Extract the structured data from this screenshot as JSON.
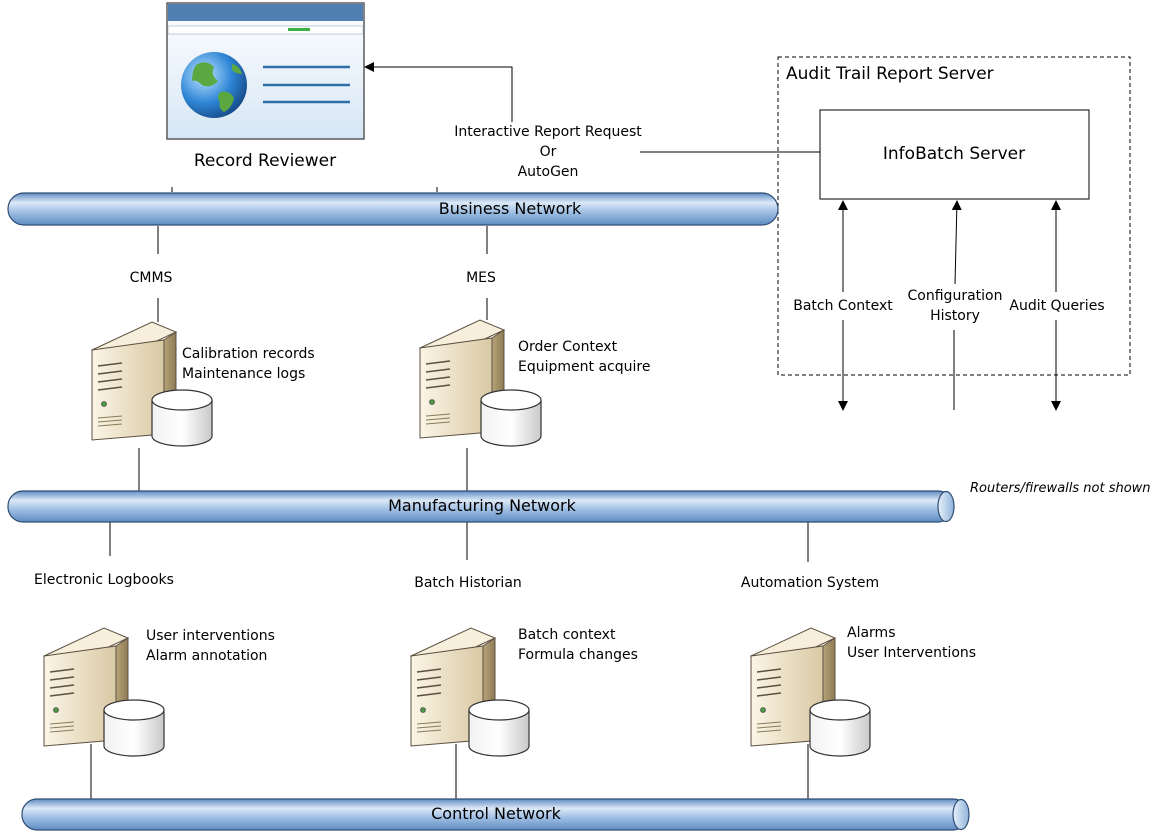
{
  "reviewer": {
    "label": "Record Reviewer"
  },
  "request": {
    "line1": "Interactive Report Request",
    "line2": "Or",
    "line3": "AutoGen"
  },
  "audit_server": {
    "title": "Audit Trail Report Server",
    "infobatch": "InfoBatch Server",
    "links": {
      "batch_context": "Batch Context",
      "config_line1": "Configuration",
      "config_line2": "History",
      "audit_queries": "Audit Queries"
    }
  },
  "networks": {
    "business": "Business Network",
    "manufacturing": "Manufacturing Network",
    "control": "Control Network"
  },
  "note": "Routers/firewalls not shown",
  "systems": {
    "cmms": {
      "name": "CMMS",
      "line1": "Calibration records",
      "line2": "Maintenance logs"
    },
    "mes": {
      "name": "MES",
      "line1": "Order Context",
      "line2": "Equipment acquire"
    },
    "logbooks": {
      "name": "Electronic Logbooks",
      "line1": "User interventions",
      "line2": "Alarm annotation"
    },
    "historian": {
      "name": "Batch Historian",
      "line1": "Batch context",
      "line2": "Formula changes"
    },
    "automation": {
      "name": "Automation System",
      "line1": "Alarms",
      "line2": "User Interventions"
    }
  },
  "colors": {
    "pipe_light": "#dce9f7",
    "pipe_mid": "#9fbfe3",
    "pipe_dark": "#5f8cc2",
    "server_body": "#efe3c8",
    "server_side": "#c7b58e",
    "window_bar": "#4f7fb3"
  }
}
